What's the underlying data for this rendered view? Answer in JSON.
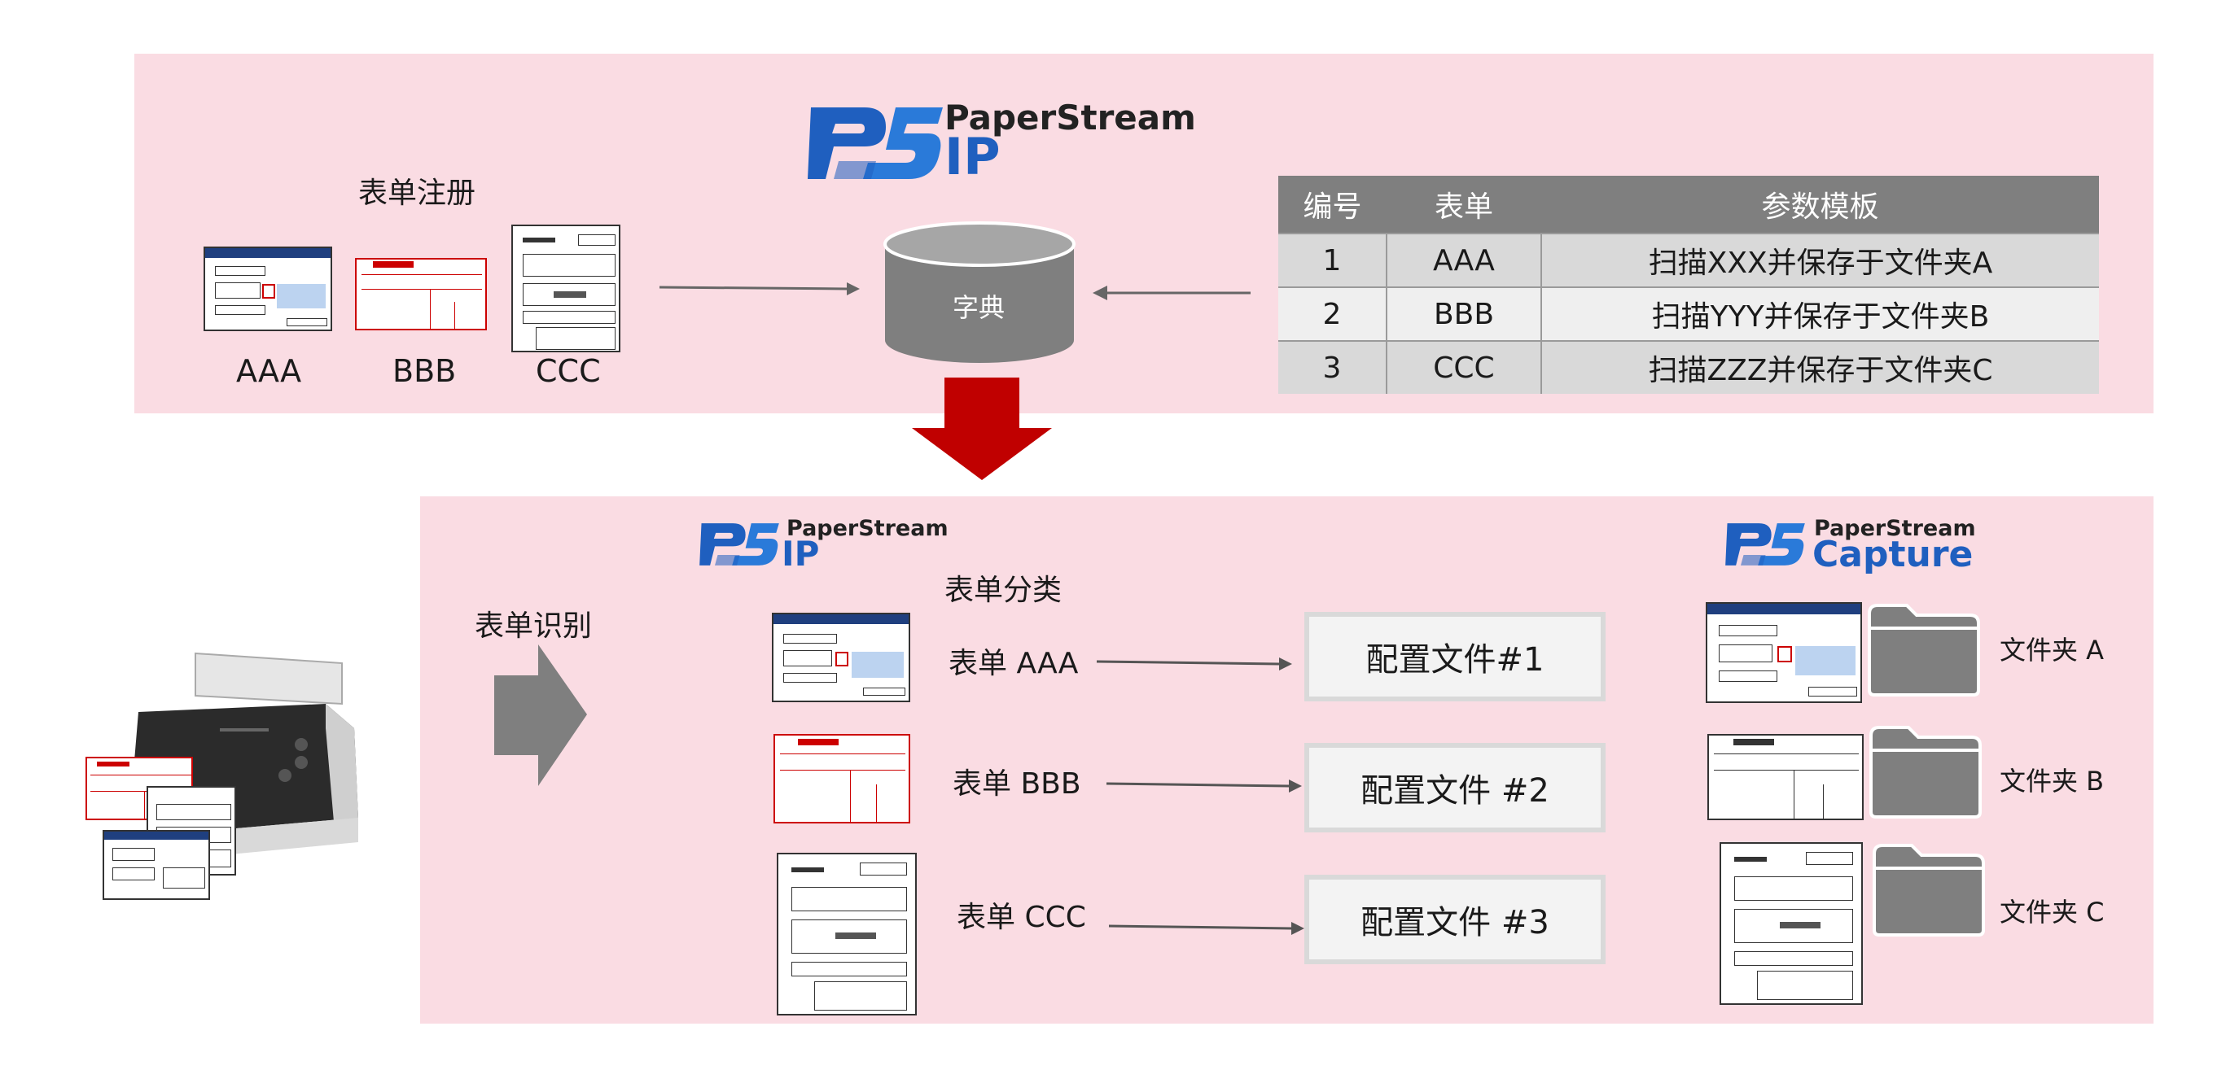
{
  "top": {
    "section_label": "表单注册",
    "forms": [
      "AAA",
      "BBB",
      "CCC"
    ],
    "dictionary_label": "字典",
    "logo": {
      "brand": "PaperStream",
      "product": "IP"
    },
    "table": {
      "headers": [
        "编号",
        "表单",
        "参数模板"
      ],
      "rows": [
        [
          "1",
          "AAA",
          "扫描XXX并保存于文件夹A"
        ],
        [
          "2",
          "BBB",
          "扫描YYY并保存于文件夹B"
        ],
        [
          "3",
          "CCC",
          "扫描ZZZ并保存于文件夹C"
        ]
      ]
    }
  },
  "bottom": {
    "recognition_label": "表单识别",
    "classification_label": "表单分类",
    "ip_logo": {
      "brand": "PaperStream",
      "product": "IP"
    },
    "capture_logo": {
      "brand": "PaperStream",
      "product": "Capture"
    },
    "forms": [
      "表单 AAA",
      "表单 BBB",
      "表单 CCC"
    ],
    "profiles": [
      "配置文件#1",
      "配置文件 #2",
      "配置文件 #3"
    ],
    "folders": [
      "文件夹 A",
      "文件夹 B",
      "文件夹 C"
    ]
  },
  "colors": {
    "panel": "#fadce3",
    "logo_blue": "#1f5fbf",
    "big_arrow": "#c00000",
    "gray_arrow": "#808080",
    "cylinder": "#7f7f7f"
  }
}
